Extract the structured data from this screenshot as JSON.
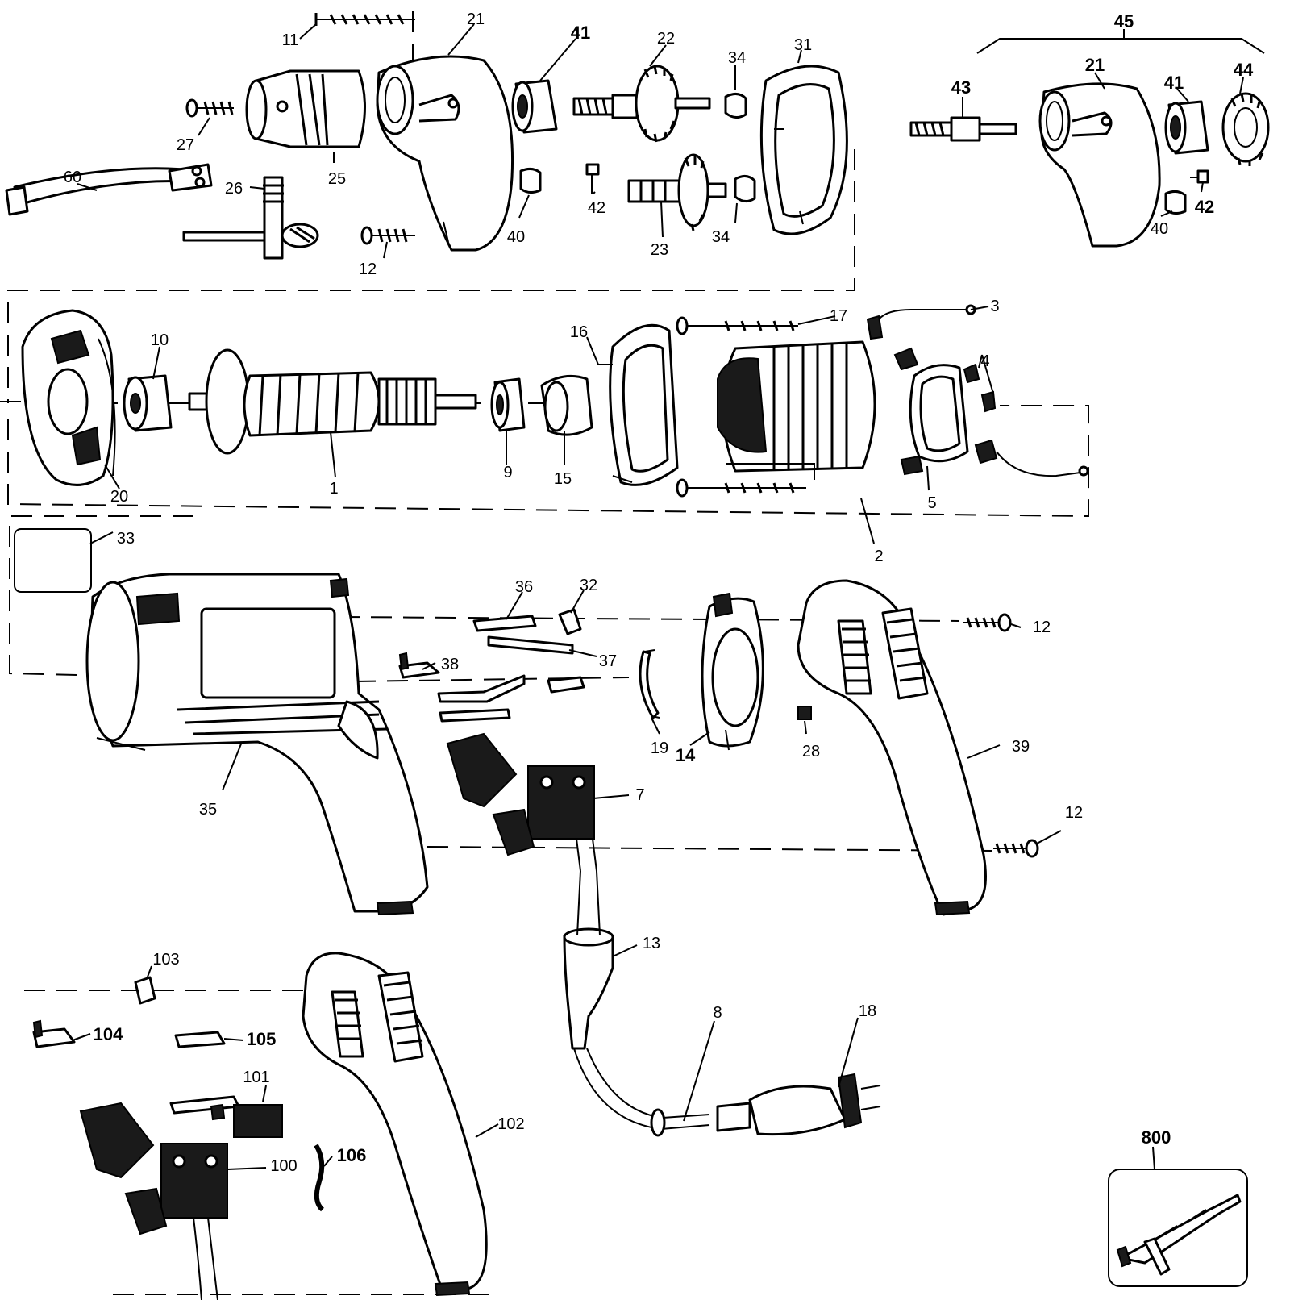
{
  "diagram": {
    "callouts": {
      "c11": "11",
      "c21": "21",
      "c41": "41",
      "c22": "22",
      "c34a": "34",
      "c31": "31",
      "c45": "45",
      "c21b": "21",
      "c41b": "41",
      "c44": "44",
      "c43": "43",
      "c27": "27",
      "c25": "25",
      "c60": "60",
      "c26": "26",
      "c40": "40",
      "c42": "42",
      "c23": "23",
      "c34b": "34",
      "c12a": "12",
      "c40b": "40",
      "c42b": "42",
      "c17": "17",
      "c3": "3",
      "c16": "16",
      "c4": "4",
      "c10": "10",
      "c20": "20",
      "c1": "1",
      "c9": "9",
      "c15": "15",
      "c5": "5",
      "c2": "2",
      "c33": "33",
      "c36": "36",
      "c32": "32",
      "c37": "37",
      "c38": "38",
      "c12b": "12",
      "c19": "19",
      "c14": "14",
      "c28": "28",
      "c39": "39",
      "c35": "35",
      "c7": "7",
      "c12c": "12",
      "c13": "13",
      "c103": "103",
      "c104": "104",
      "c105": "105",
      "c8": "8",
      "c18": "18",
      "c101": "101",
      "c102": "102",
      "c106": "106",
      "c100": "100",
      "c800": "800"
    }
  }
}
